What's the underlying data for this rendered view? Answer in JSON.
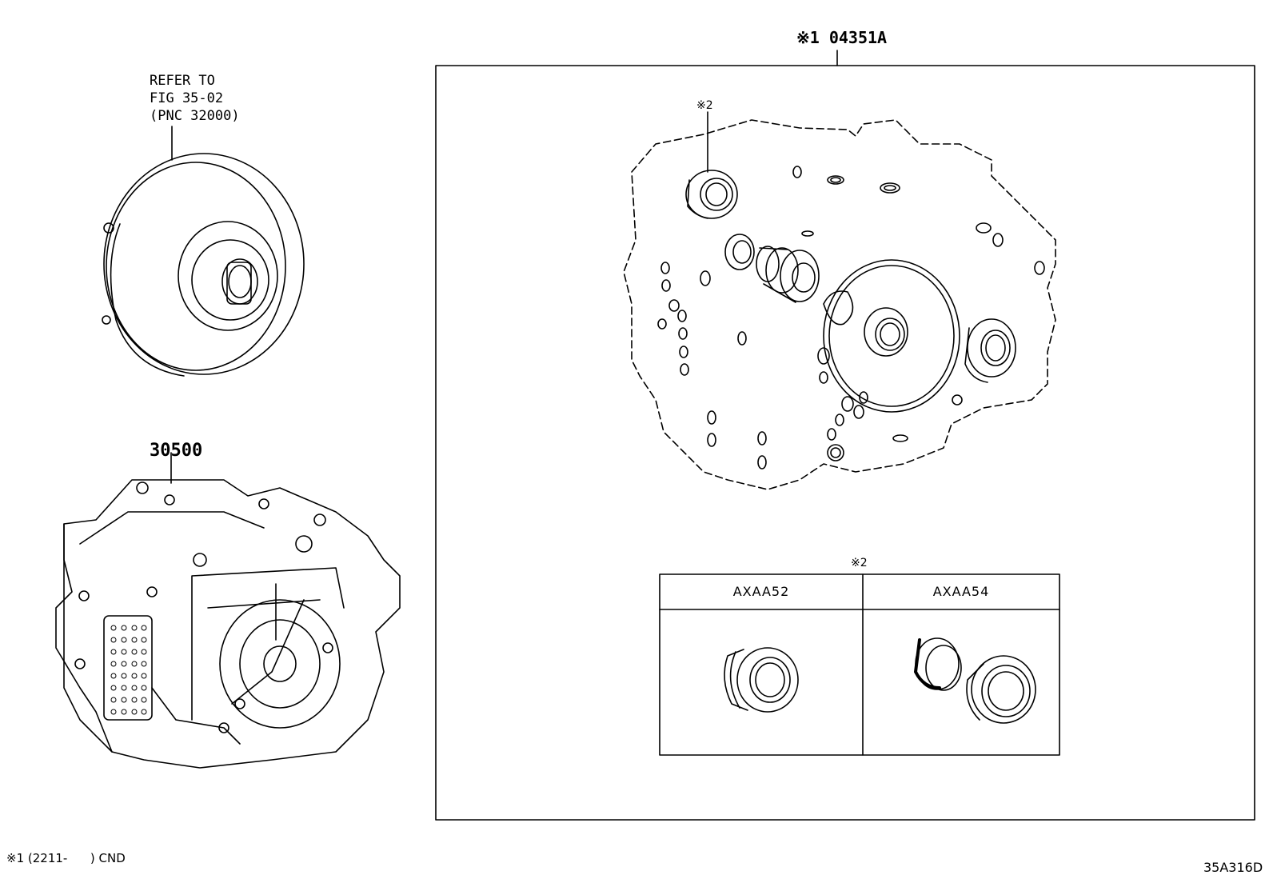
{
  "torque_converter": {
    "refer_line1": "REFER TO",
    "refer_line2": "FIG 35-02",
    "refer_line3": "(PNC 32000)"
  },
  "transaxle": {
    "part_number": "30500"
  },
  "overhaul_kit": {
    "part_label": "※1 04351A",
    "seal_note": "※2"
  },
  "variant_table": {
    "note": "※2",
    "columns": [
      "AXAA52",
      "AXAA54"
    ]
  },
  "footnote": "※1 (2211-      ) CND",
  "figure_code": "35A316D"
}
